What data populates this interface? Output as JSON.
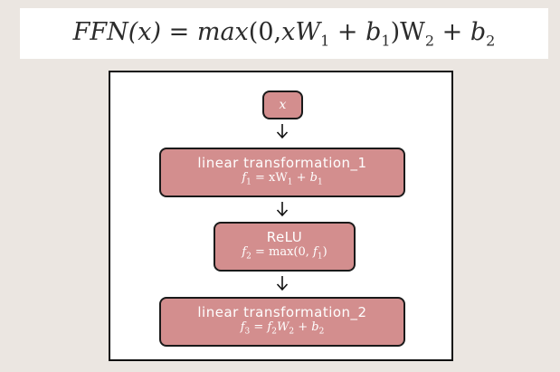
{
  "formula": {
    "lhs": "FFN(x)",
    "eq": "=",
    "rhs_func": "max",
    "rhs_open": "(0,",
    "rhs_x": "xW",
    "sub1": "1",
    "plus1": "+",
    "b1": "b",
    "sub_b1": "1",
    "close_w2": ")W",
    "sub2": "2",
    "plus2": "+",
    "b2": "b",
    "sub_b2": "2"
  },
  "diagram": {
    "input": {
      "label": "x"
    },
    "nodes": [
      {
        "title": "linear transformation_1",
        "formula": {
          "f": "f",
          "fsub": "1",
          "rest": " = xW",
          "wsub": "1",
          "plus": " + ",
          "b": "b",
          "bsub": "1"
        }
      },
      {
        "title": "ReLU",
        "formula": {
          "f": "f",
          "fsub": "2",
          "rest": " = max(0, ",
          "f1": "f",
          "f1sub": "1",
          "close": ")"
        }
      },
      {
        "title": "linear transformation_2",
        "formula": {
          "f": "f",
          "fsub": "3",
          "eq": " = ",
          "f2": "f",
          "f2sub": "2",
          "w": "W",
          "wsub": "2",
          "plus": " + ",
          "b": "b",
          "bsub": "2"
        }
      }
    ]
  },
  "colors": {
    "background": "#ebe6e1",
    "node_fill": "#d38e8e",
    "node_border": "#1a1a1a",
    "frame_border": "#111111"
  }
}
